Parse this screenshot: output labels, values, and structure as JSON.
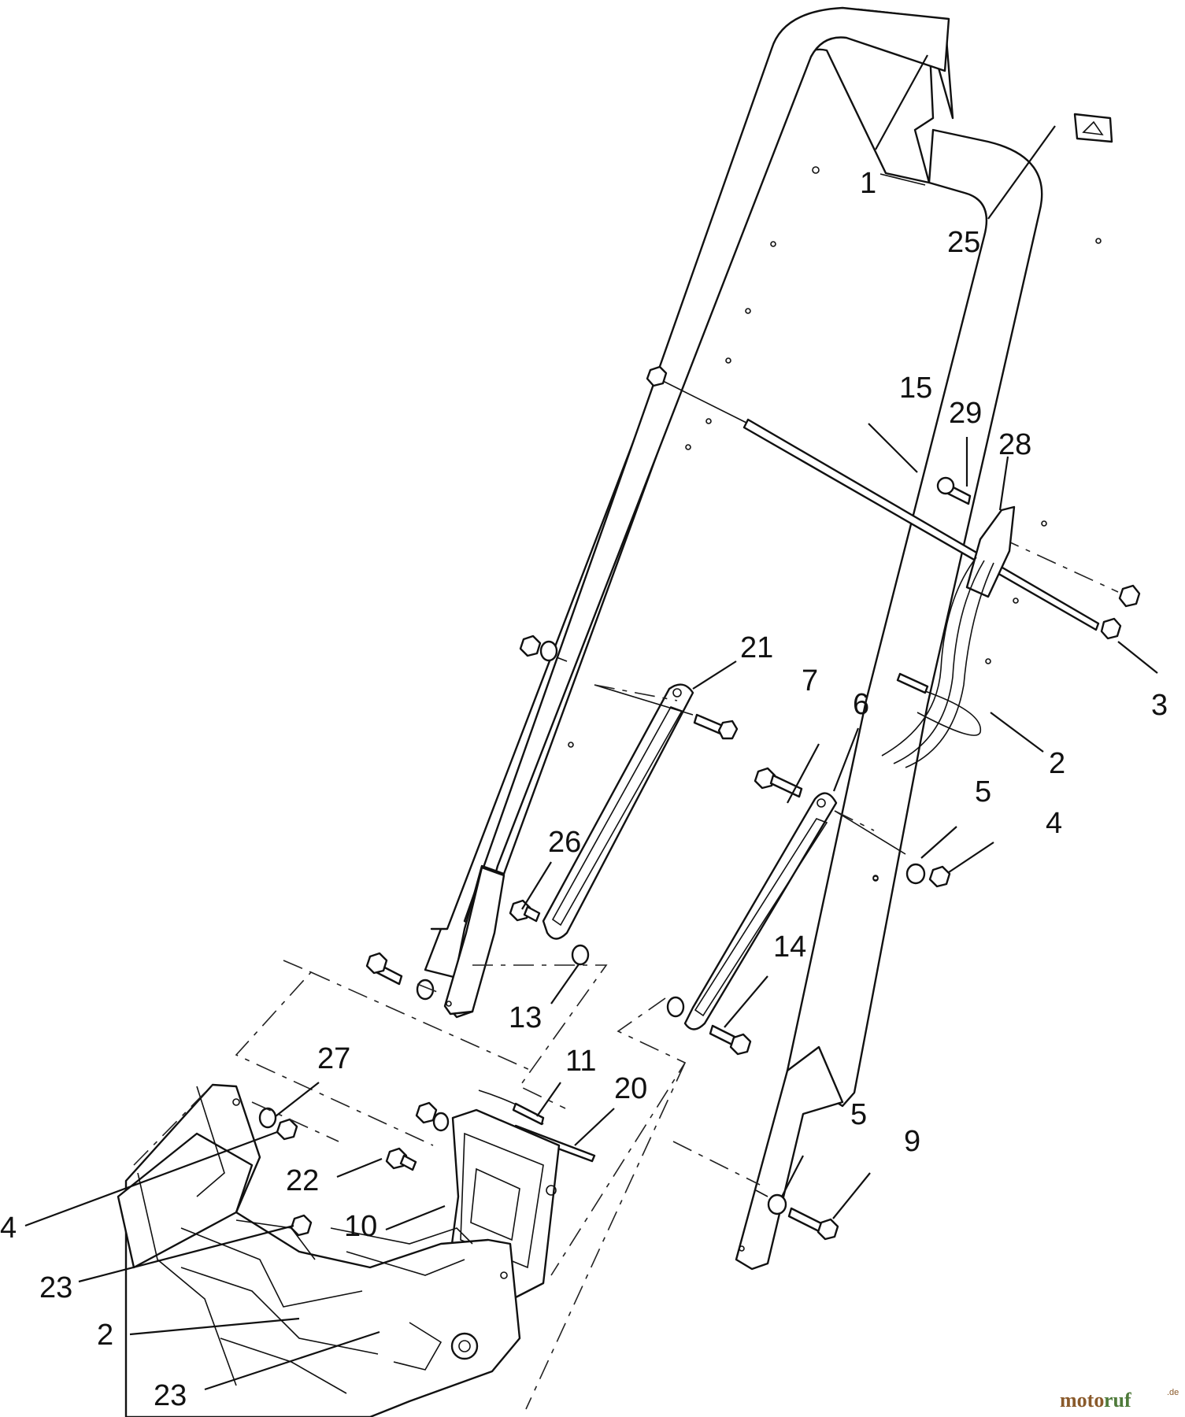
{
  "callouts": [
    {
      "id": "c1",
      "label": "1"
    },
    {
      "id": "c25",
      "label": "25"
    },
    {
      "id": "c15",
      "label": "15"
    },
    {
      "id": "c29",
      "label": "29"
    },
    {
      "id": "c28",
      "label": "28"
    },
    {
      "id": "c21",
      "label": "21"
    },
    {
      "id": "c7",
      "label": "7"
    },
    {
      "id": "c6",
      "label": "6"
    },
    {
      "id": "c3",
      "label": "3"
    },
    {
      "id": "c2a",
      "label": "2"
    },
    {
      "id": "c5a",
      "label": "5"
    },
    {
      "id": "c4a",
      "label": "4"
    },
    {
      "id": "c26",
      "label": "26"
    },
    {
      "id": "c14",
      "label": "14"
    },
    {
      "id": "c13",
      "label": "13"
    },
    {
      "id": "c27",
      "label": "27"
    },
    {
      "id": "c11",
      "label": "11"
    },
    {
      "id": "c20",
      "label": "20"
    },
    {
      "id": "c5b",
      "label": "5"
    },
    {
      "id": "c9",
      "label": "9"
    },
    {
      "id": "c22",
      "label": "22"
    },
    {
      "id": "c10",
      "label": "10"
    },
    {
      "id": "c4b",
      "label": "4"
    },
    {
      "id": "c23a",
      "label": "23"
    },
    {
      "id": "c2b",
      "label": "2"
    },
    {
      "id": "c23b",
      "label": "23"
    }
  ],
  "watermark": {
    "part1": "moto",
    "part2": "ruf",
    "suffix": ".de"
  }
}
